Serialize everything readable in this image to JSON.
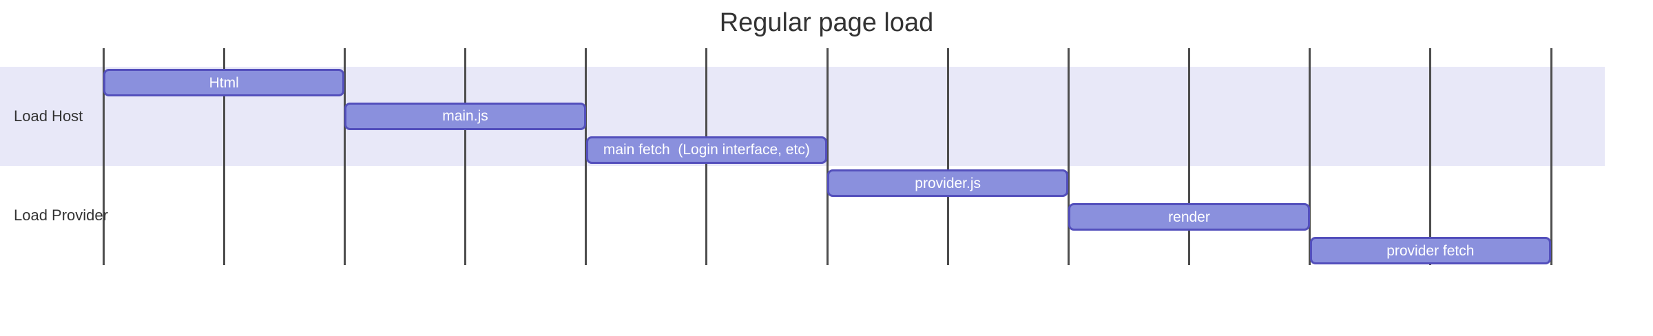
{
  "title": "Regular page load",
  "colors": {
    "task_fill": "#8a90dd",
    "task_border": "#534fbc",
    "task_text": "#ffffff",
    "section_band_bg": "#e8e8f8",
    "section_alt_bg": "#ffffff",
    "grid_line": "#4d4d4d",
    "title_text": "#333333",
    "section_label_text": "#333333"
  },
  "chart_data": {
    "type": "gantt",
    "title": "Regular page load",
    "x_axis": {
      "range": [
        0,
        12
      ],
      "tick_count": 13,
      "tick_labels_visible": false,
      "gridlines": true
    },
    "sections": [
      {
        "name": "Load Host",
        "band_color": "#e8e8f8",
        "tasks": [
          {
            "label": "Html",
            "start": 0,
            "end": 2
          },
          {
            "label": "main.js",
            "start": 2,
            "end": 4
          },
          {
            "label": "main fetch  (Login interface, etc)",
            "start": 4,
            "end": 6
          }
        ]
      },
      {
        "name": "Load Provider",
        "band_color": "#ffffff",
        "tasks": [
          {
            "label": "provider.js",
            "start": 6,
            "end": 8
          },
          {
            "label": "render",
            "start": 8,
            "end": 10
          },
          {
            "label": "provider fetch",
            "start": 10,
            "end": 12
          }
        ]
      }
    ]
  }
}
